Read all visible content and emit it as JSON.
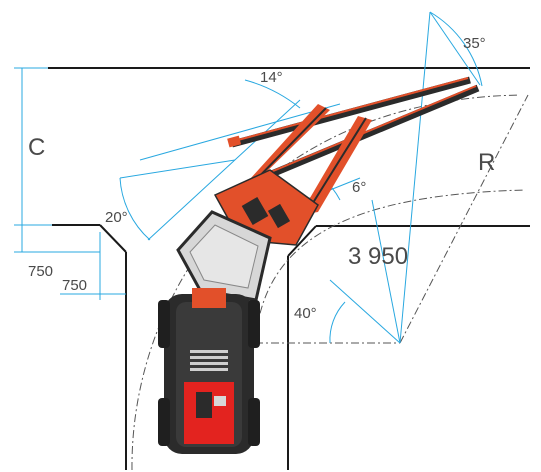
{
  "labels": {
    "angle_boom_top": "35°",
    "angle_upper": "14°",
    "angle_left": "20°",
    "angle_small": "6°",
    "angle_base": "40°",
    "dim_c": "C",
    "dim_r": "R",
    "dim_radius": "3 950",
    "dim_750_a": "750",
    "dim_750_b": "750"
  },
  "colors": {
    "wall": "#1a1a1a",
    "dimension": "#29a8e0",
    "boom_orange": "#e2502a",
    "boom_dark": "#2b2b2b",
    "cab_grey": "#d7d7d7",
    "chassis_red": "#e3231f",
    "chassis_dark": "#3a3a3a",
    "text": "#4a4a4a"
  }
}
